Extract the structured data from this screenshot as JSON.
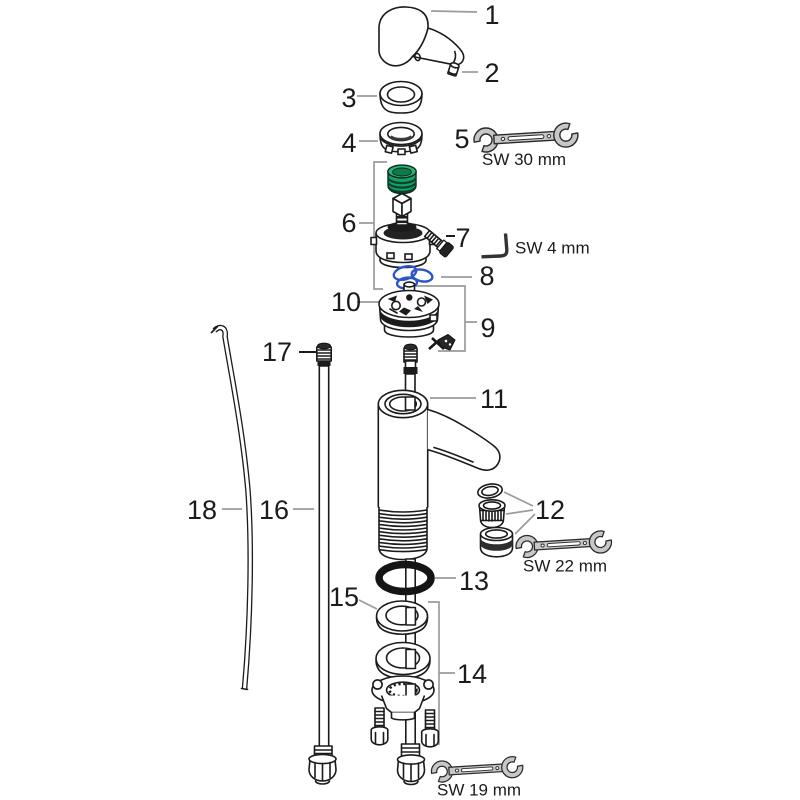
{
  "diagram": {
    "kind": "exploded-parts-diagram",
    "part_labels": [
      "1",
      "2",
      "3",
      "4",
      "5",
      "6",
      "7",
      "8",
      "9",
      "10",
      "11",
      "12",
      "13",
      "14",
      "15",
      "16",
      "17",
      "18"
    ],
    "tool_labels": [
      "SW 30 mm",
      "SW 4 mm",
      "SW 22 mm",
      "SW 19 mm"
    ],
    "colors": {
      "line": "#1b1b1b",
      "leader": "#9b9b9b",
      "tool_fill": "#c7c7c7",
      "cartridge_cap_green": "#15A167",
      "o_ring_blue": "#2B55C9",
      "o_ring_black": "#151515",
      "background": "#ffffff"
    }
  }
}
